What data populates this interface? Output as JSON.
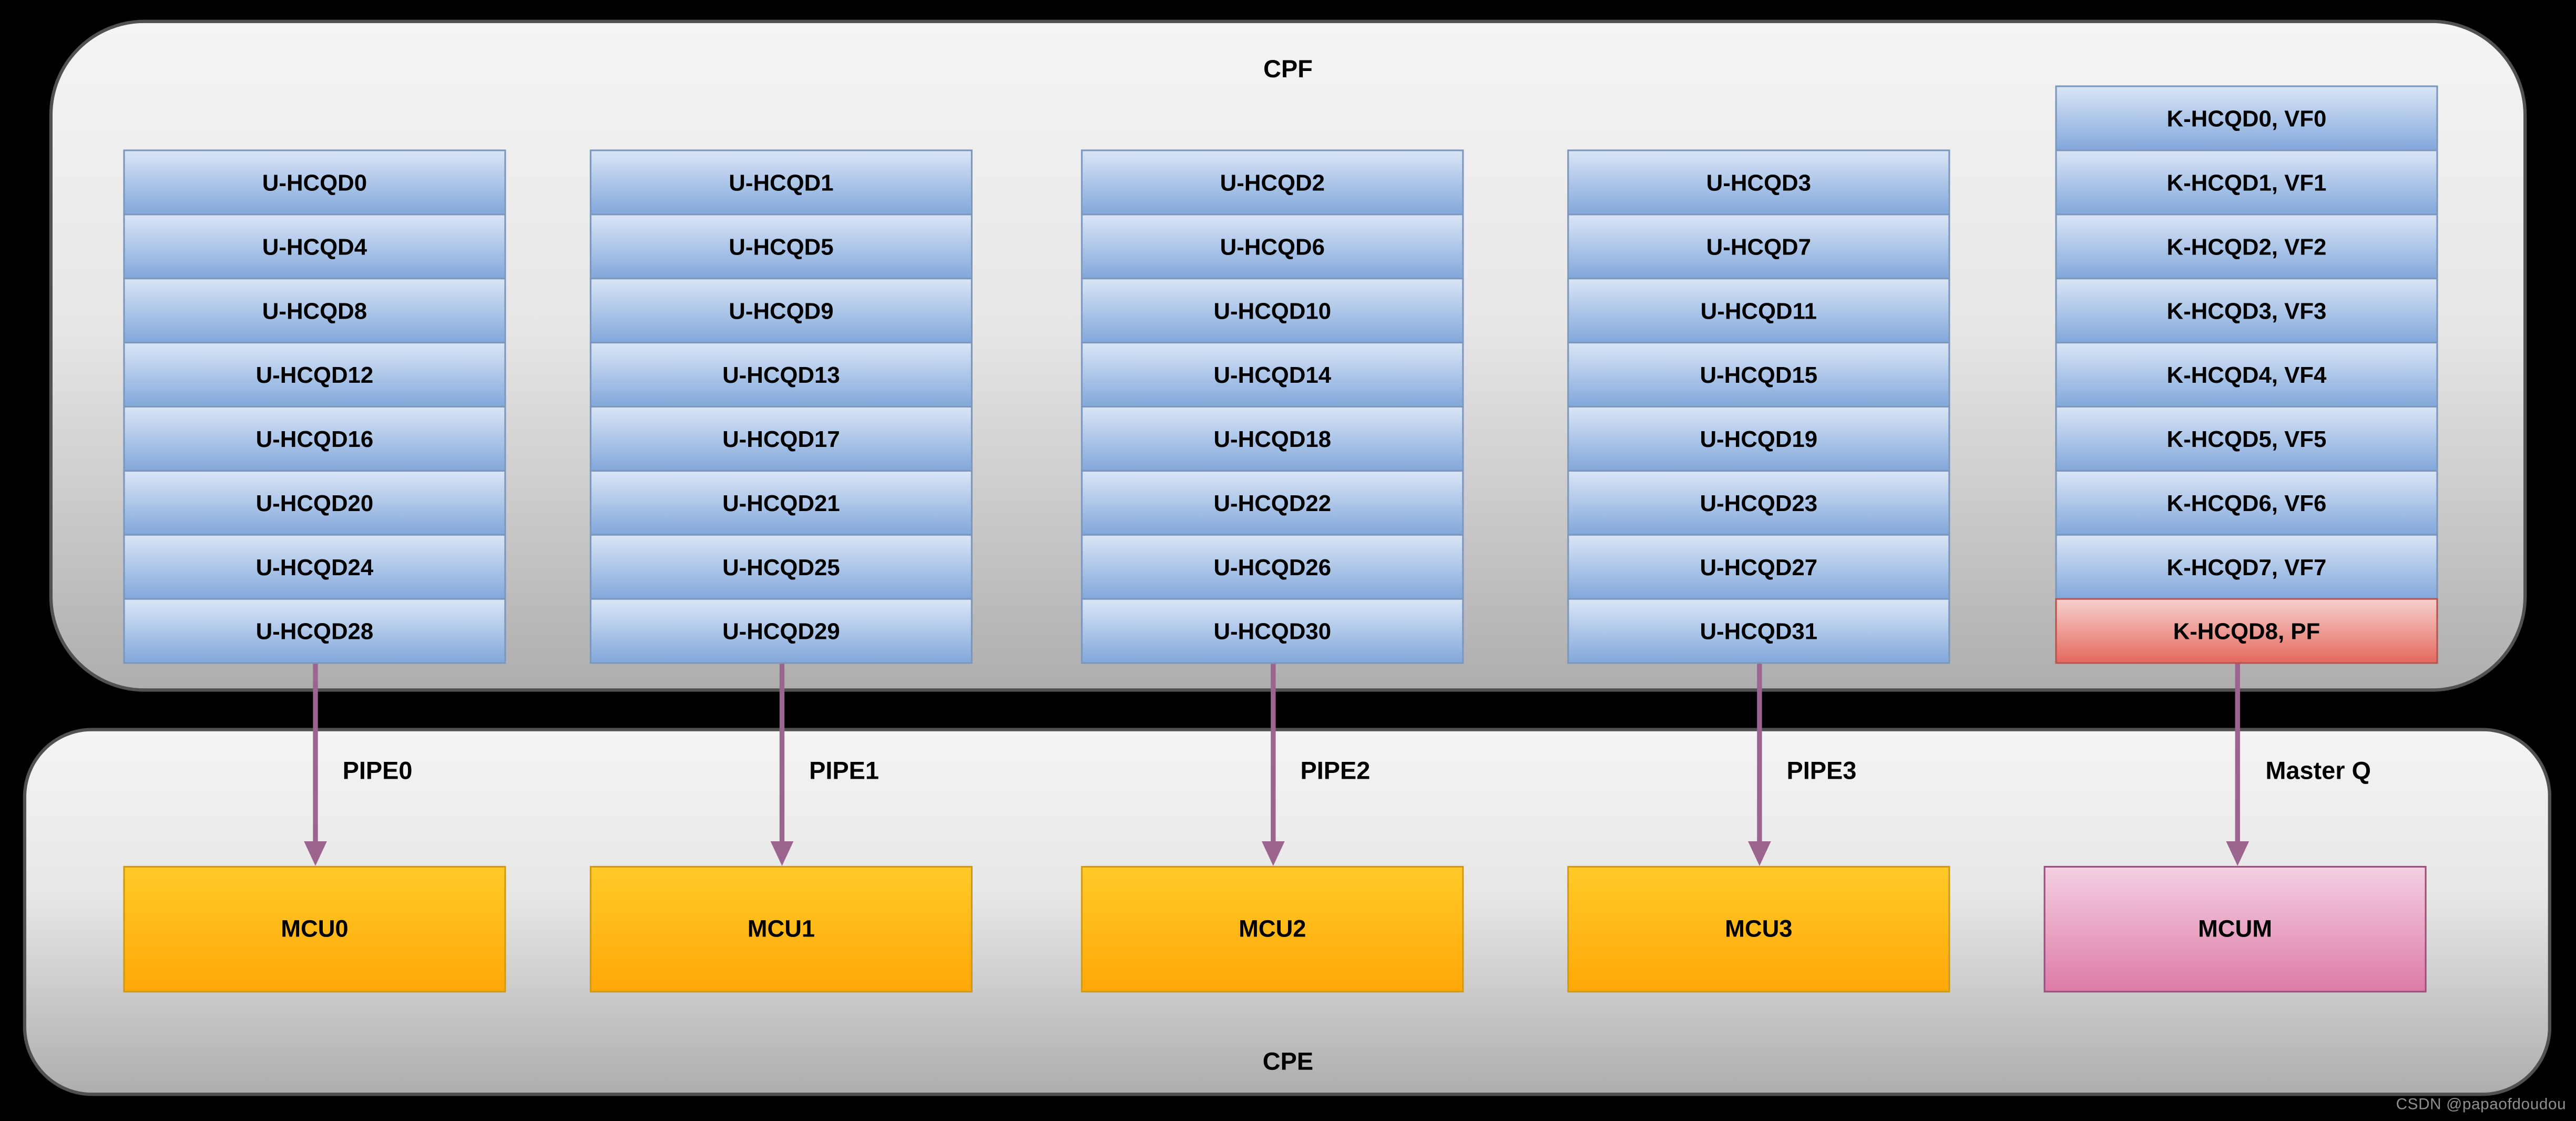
{
  "cpf": {
    "label": "CPF",
    "columns": [
      {
        "pipe_label": "PIPE0",
        "mcu_label": "MCU0",
        "mcu_variant": "orange",
        "blocks": [
          "U-HCQD0",
          "U-HCQD4",
          "U-HCQD8",
          "U-HCQD12",
          "U-HCQD16",
          "U-HCQD20",
          "U-HCQD24",
          "U-HCQD28"
        ]
      },
      {
        "pipe_label": "PIPE1",
        "mcu_label": "MCU1",
        "mcu_variant": "orange",
        "blocks": [
          "U-HCQD1",
          "U-HCQD5",
          "U-HCQD9",
          "U-HCQD13",
          "U-HCQD17",
          "U-HCQD21",
          "U-HCQD25",
          "U-HCQD29"
        ]
      },
      {
        "pipe_label": "PIPE2",
        "mcu_label": "MCU2",
        "mcu_variant": "orange",
        "blocks": [
          "U-HCQD2",
          "U-HCQD6",
          "U-HCQD10",
          "U-HCQD14",
          "U-HCQD18",
          "U-HCQD22",
          "U-HCQD26",
          "U-HCQD30"
        ]
      },
      {
        "pipe_label": "PIPE3",
        "mcu_label": "MCU3",
        "mcu_variant": "orange",
        "blocks": [
          "U-HCQD3",
          "U-HCQD7",
          "U-HCQD11",
          "U-HCQD15",
          "U-HCQD19",
          "U-HCQD23",
          "U-HCQD27",
          "U-HCQD31"
        ]
      },
      {
        "pipe_label": "Master Q",
        "mcu_label": "MCUM",
        "mcu_variant": "pink",
        "blocks": [
          "K-HCQD0, VF0",
          "K-HCQD1, VF1",
          "K-HCQD2, VF2",
          "K-HCQD3, VF3",
          "K-HCQD4, VF4",
          "K-HCQD5, VF5",
          "K-HCQD6, VF6",
          "K-HCQD7, VF7",
          {
            "label": "K-HCQD8, PF",
            "variant": "red"
          }
        ]
      }
    ]
  },
  "cpe": {
    "label": "CPE"
  },
  "watermark": "CSDN @papaofdoudou",
  "colors": {
    "page_bg": "#000000",
    "panel_border": "#515151",
    "panel_grad_top": "#f4f4f4",
    "panel_grad_bottom": "#aeaeae",
    "blue_top": "#d9e5f6",
    "blue_bottom": "#83a8db",
    "blue_border": "#7b97bd",
    "red_top": "#f6d0cb",
    "red_bottom": "#e4695f",
    "red_border": "#b9534f",
    "orange_top": "#ffca28",
    "orange_bottom": "#ffa807",
    "orange_border": "#cf9a10",
    "pink_top": "#f4cfe2",
    "pink_bottom": "#dd7ba6",
    "pink_border": "#9b4e7e",
    "arrow": "#9c6590",
    "label_text": "#000000",
    "watermark_text": "#8f8f8f"
  }
}
